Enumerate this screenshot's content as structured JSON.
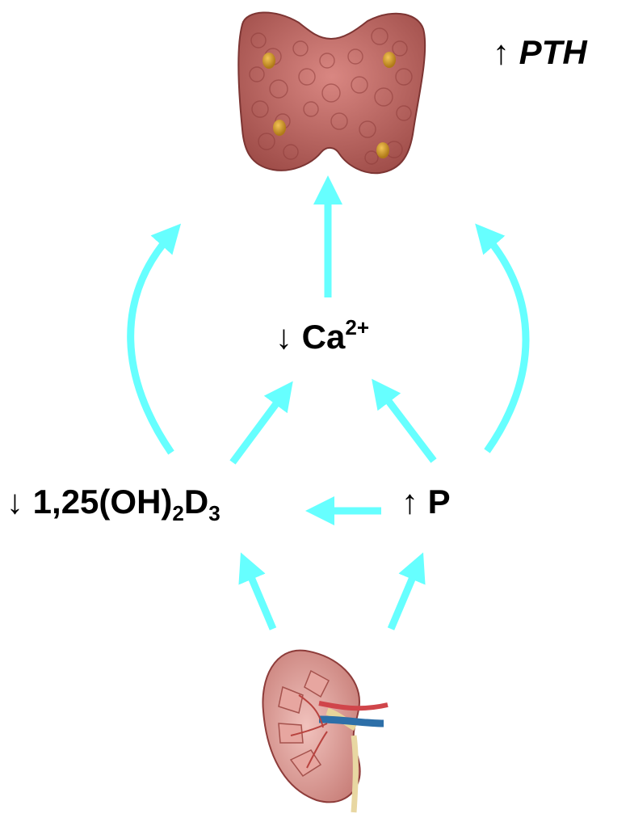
{
  "labels": {
    "pth": {
      "arrow": "↑",
      "text": "PTH"
    },
    "calcium": {
      "arrow": "↓",
      "text": "Ca",
      "sup": "2+"
    },
    "vitamin_d": {
      "arrow": "↓",
      "pre": "1,25(OH)",
      "sub1": "2",
      "mid": "D",
      "sub2": "3"
    },
    "phosphate": {
      "arrow": "↑",
      "text": "P"
    }
  },
  "colors": {
    "arrow": "#66ffff",
    "gland_tissue": "#c9706c",
    "gland_dark": "#8e3c3a",
    "parathyroid_nodule": "#d39a2b",
    "kidney_cortex": "#e3a9a4",
    "renal_artery": "#d0454a",
    "renal_vein": "#2d6fa8"
  },
  "icons": {
    "top": "thyroid-parathyroid-gland-illustration",
    "bottom": "kidney-cross-section-illustration"
  }
}
